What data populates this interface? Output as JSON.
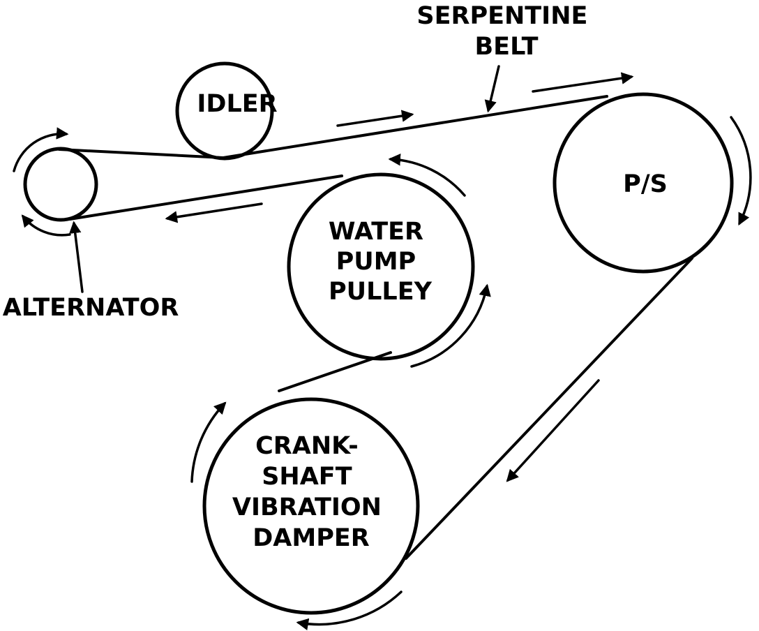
{
  "labels": {
    "serpentine_belt": [
      "SERPENTINE",
      "BELT"
    ],
    "idler": "IDLER",
    "alternator": "ALTERNATOR",
    "power_steering": "P/S",
    "water_pump": [
      "WATER",
      "PUMP",
      "PULLEY"
    ],
    "crankshaft": [
      "CRANK-",
      "SHAFT",
      "VIBRATION",
      "DAMPER"
    ]
  }
}
